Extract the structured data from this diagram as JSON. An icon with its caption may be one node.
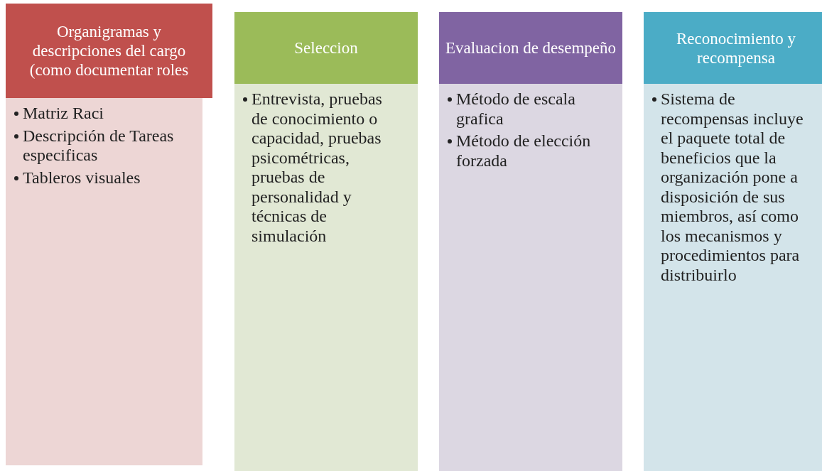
{
  "diagram": {
    "nodes": [
      {
        "text": [
          "Organigramas y descripciones del cargo (como documentar roles"
        ]
      },
      {
        "text": [
          "Matriz Raci",
          "Descripción de Tareas especificas",
          "Tableros visuales"
        ]
      },
      {
        "text": [
          "Seleccion"
        ]
      },
      {
        "text": [
          "Entrevista, pruebas de conocimiento o capacidad, pruebas psicométricas, pruebas de personalidad y técnicas de simulación"
        ]
      },
      {
        "text": [
          "Evaluacion de desempeño"
        ]
      },
      {
        "text": [
          "Método de escala grafica",
          "Método de elección forzada"
        ]
      },
      {
        "text": [
          "Reconocimiento y recompensa"
        ]
      },
      {
        "text": [
          "Sistema de recompensas incluye el paquete total de beneficios que la organización pone a disposición de sus miembros, así como los mecanismos y procedimientos para distribuirlo"
        ]
      }
    ]
  }
}
